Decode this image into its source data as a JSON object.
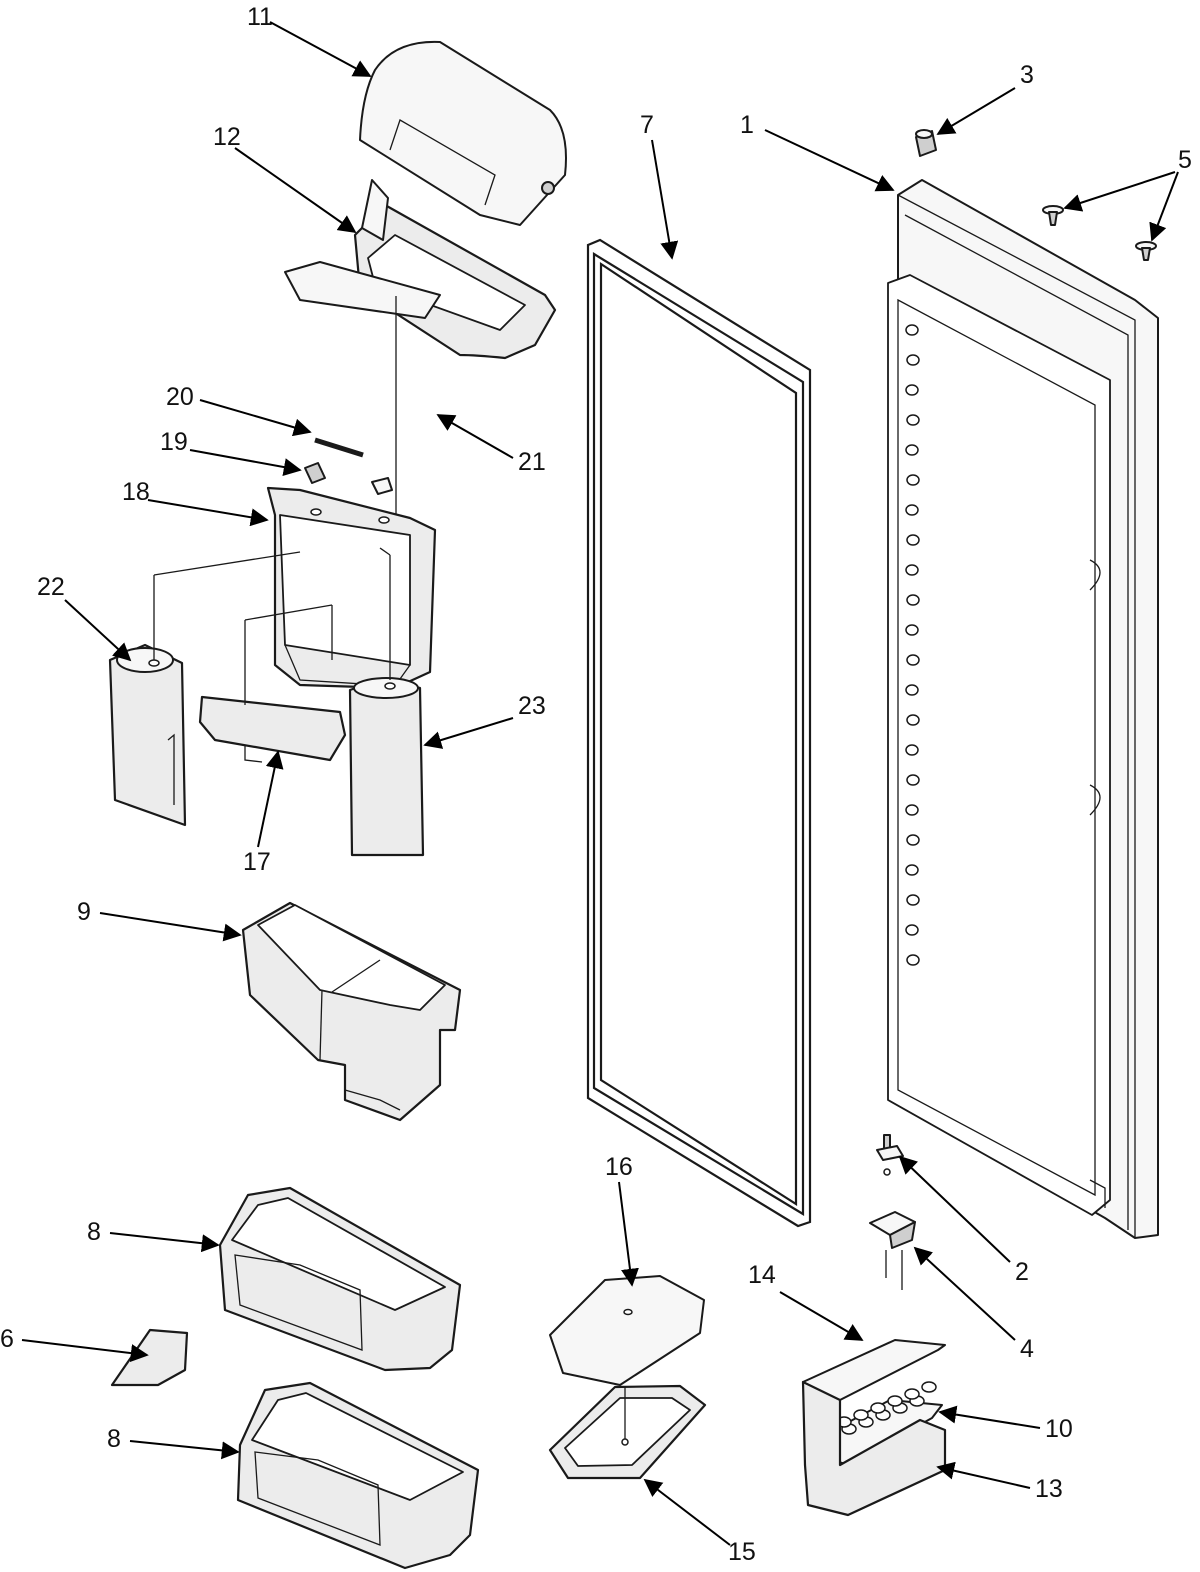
{
  "diagram": {
    "callouts": {
      "c1": "1",
      "c2": "2",
      "c3": "3",
      "c4a": "4",
      "c5": "5",
      "c6": "6",
      "c7": "7",
      "c8a": "8",
      "c8b": "8",
      "c9": "9",
      "c10": "10",
      "c11": "11",
      "c12": "12",
      "c13": "13",
      "c14": "14",
      "c15": "15",
      "c16": "16",
      "c17": "17",
      "c18": "18",
      "c19": "19",
      "c20": "20",
      "c21": "21",
      "c22": "22",
      "c23": "23"
    }
  }
}
